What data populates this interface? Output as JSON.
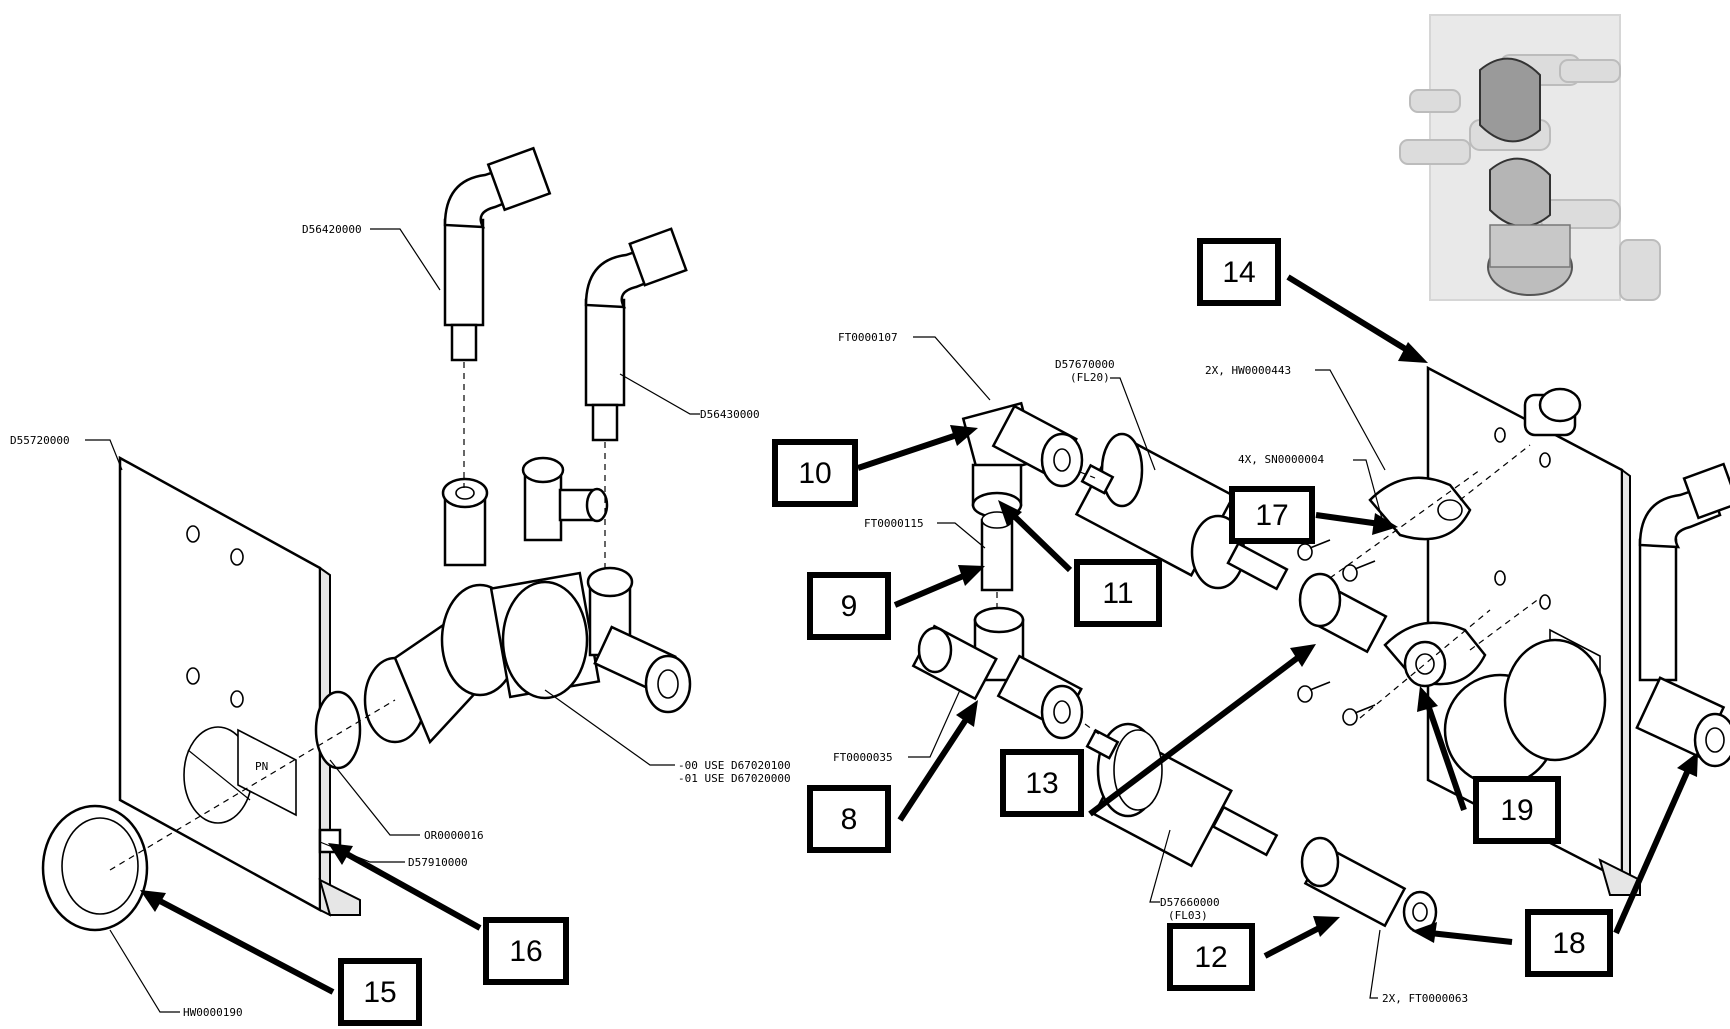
{
  "callouts": [
    {
      "id": "c8",
      "label": "8"
    },
    {
      "id": "c9",
      "label": "9"
    },
    {
      "id": "c10",
      "label": "10"
    },
    {
      "id": "c11",
      "label": "11"
    },
    {
      "id": "c12",
      "label": "12"
    },
    {
      "id": "c13",
      "label": "13"
    },
    {
      "id": "c14",
      "label": "14"
    },
    {
      "id": "c15",
      "label": "15"
    },
    {
      "id": "c16",
      "label": "16"
    },
    {
      "id": "c17",
      "label": "17"
    },
    {
      "id": "c18",
      "label": "18"
    },
    {
      "id": "c19",
      "label": "19"
    }
  ],
  "part_numbers": {
    "p_d56420000": "D56420000",
    "p_d56430000": "D56430000",
    "p_d55720000": "D55720000",
    "p_or0000016": "OR0000016",
    "p_d57910000": "D57910000",
    "p_use_00": "-00 USE D67020100",
    "p_use_01": "-01 USE D67020000",
    "p_hw0000190": "HW0000190",
    "p_ft0000107": "FT0000107",
    "p_ft0000115": "FT0000115",
    "p_ft0000035": "FT0000035",
    "p_d57670000": "D57670000",
    "p_fl20": "(FL20)",
    "p_d57660000": "D57660000",
    "p_fl03": "(FL03)",
    "p_2x_hw443": "2X, HW0000443",
    "p_4x_sn": "4X, SN0000004",
    "p_2x_ft63": "2X, FT0000063"
  }
}
